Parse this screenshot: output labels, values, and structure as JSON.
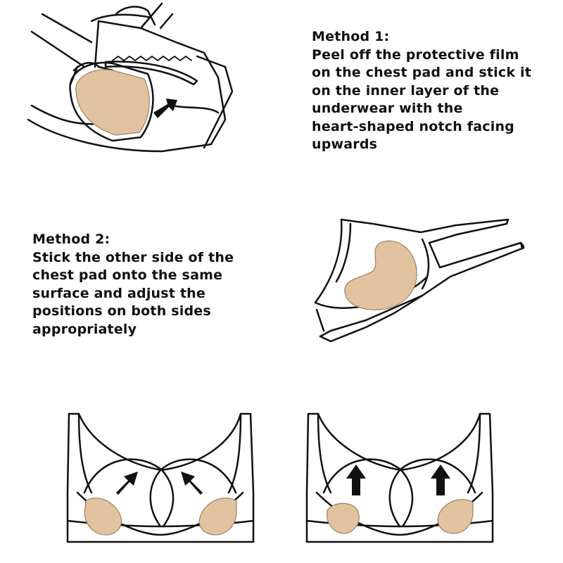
{
  "colors": {
    "pad_fill": "#e2c39f",
    "line": "#111111",
    "background": "#ffffff"
  },
  "method1": {
    "heading": "Method 1:",
    "lines": [
      "Peel off the protective film",
      "on the chest pad and stick it",
      "on the inner layer of the",
      "underwear with the",
      "heart-shaped notch facing",
      "upwards"
    ]
  },
  "method2": {
    "heading": "Method 2:",
    "lines": [
      "Stick the other side of the",
      "chest pad onto the same",
      "surface and adjust the",
      "positions on both sides",
      "appropriately"
    ]
  },
  "icons": {
    "illustration1": "hands-peeling-pad-into-bra-cup",
    "illustration2": "pad-placed-in-bra-cup",
    "illustration3": "bra-with-diagonal-adjust-arrows",
    "illustration4": "bra-with-upward-adjust-arrows"
  }
}
